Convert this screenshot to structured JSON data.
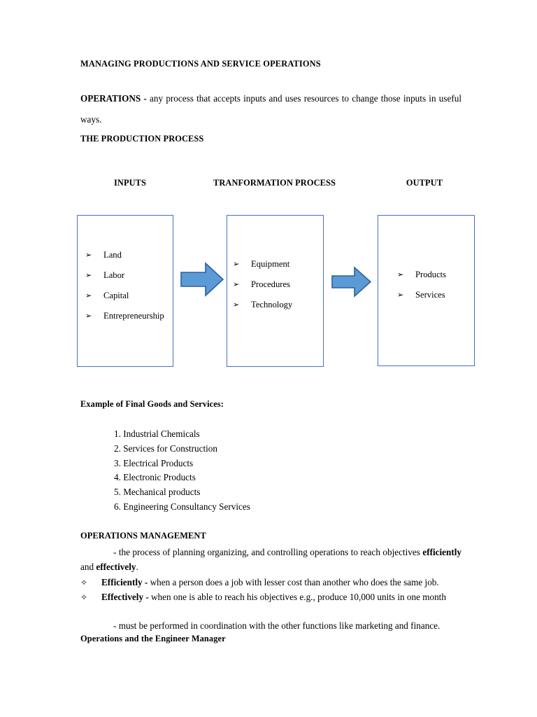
{
  "document": {
    "title": "MANAGING PRODUCTIONS AND SERVICE OPERATIONS",
    "operations_definition": {
      "term": "OPERATIONS -",
      "text": " any process that accepts inputs and uses resources to change those inputs in useful ways."
    },
    "production_process_heading": "THE PRODUCTION PROCESS"
  },
  "diagram": {
    "headings": {
      "inputs": "INPUTS",
      "process": "TRANFORMATION PROCESS",
      "output": "OUTPUT"
    },
    "bullet_glyph": "➢",
    "border_color": "#4472C4",
    "arrow_fill": "#5B9BD5",
    "arrow_stroke": "#2E5F9E",
    "boxes": [
      {
        "name": "inputs",
        "items": [
          "Land",
          "Labor",
          "Capital",
          "Entrepreneurship"
        ]
      },
      {
        "name": "process",
        "items": [
          "Equipment",
          "Procedures",
          "Technology"
        ]
      },
      {
        "name": "output",
        "items": [
          "Products",
          "Services"
        ]
      }
    ]
  },
  "examples": {
    "heading": "Example of Final Goods and Services:",
    "items": [
      "1. Industrial Chemicals",
      "2. Services for Construction",
      "3. Electrical Products",
      "4. Electronic Products",
      "5. Mechanical products",
      "6. Engineering Consultancy Services"
    ]
  },
  "operations_management": {
    "heading": "OPERATIONS MANAGEMENT",
    "definition_prefix": "- the process of planning organizing, and controlling operations to reach objectives ",
    "definition_bold_1": "efficiently",
    "definition_mid": " and ",
    "definition_bold_2": "effectively",
    "definition_suffix": ".",
    "diamond_glyph": "✧",
    "bullets": [
      {
        "term": "Efficiently -",
        "text": " when a person does a job with lesser cost than another who does the same job."
      },
      {
        "term": "Effectively -",
        "text": " when one is able to reach his objectives e.g., produce 10,000 units in one month"
      }
    ],
    "coordination_note": "- must be performed in coordination with the other functions like marketing and finance.",
    "engineer_manager_heading": "Operations and the Engineer Manager"
  }
}
